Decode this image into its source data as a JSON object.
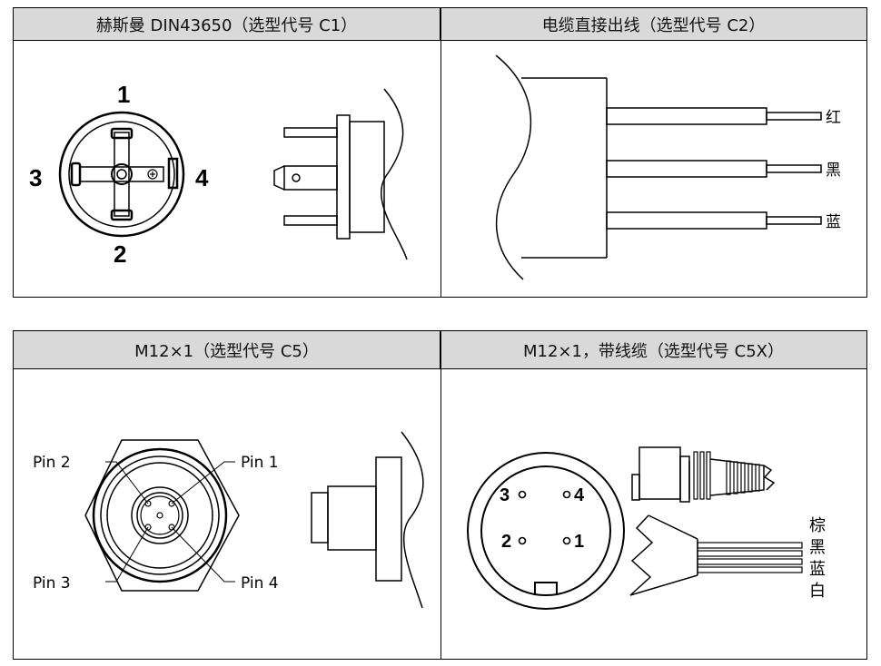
{
  "panels": {
    "c1": {
      "title": "赫斯曼  DIN43650（选型代号 C1）",
      "pins": [
        "1",
        "2",
        "3",
        "4"
      ]
    },
    "c2": {
      "title": "电缆直接出线（选型代号 C2）",
      "wires": [
        "红",
        "黑",
        "蓝"
      ]
    },
    "c5": {
      "title": "M12×1（选型代号 C5）",
      "pins": [
        "Pin 1",
        "Pin 2",
        "Pin 3",
        "Pin 4"
      ]
    },
    "c5x": {
      "title": "M12×1，带线缆（选型代号 C5X）",
      "pins": [
        "1",
        "2",
        "3",
        "4"
      ],
      "wires": [
        "棕",
        "黑",
        "蓝",
        "白"
      ]
    }
  }
}
